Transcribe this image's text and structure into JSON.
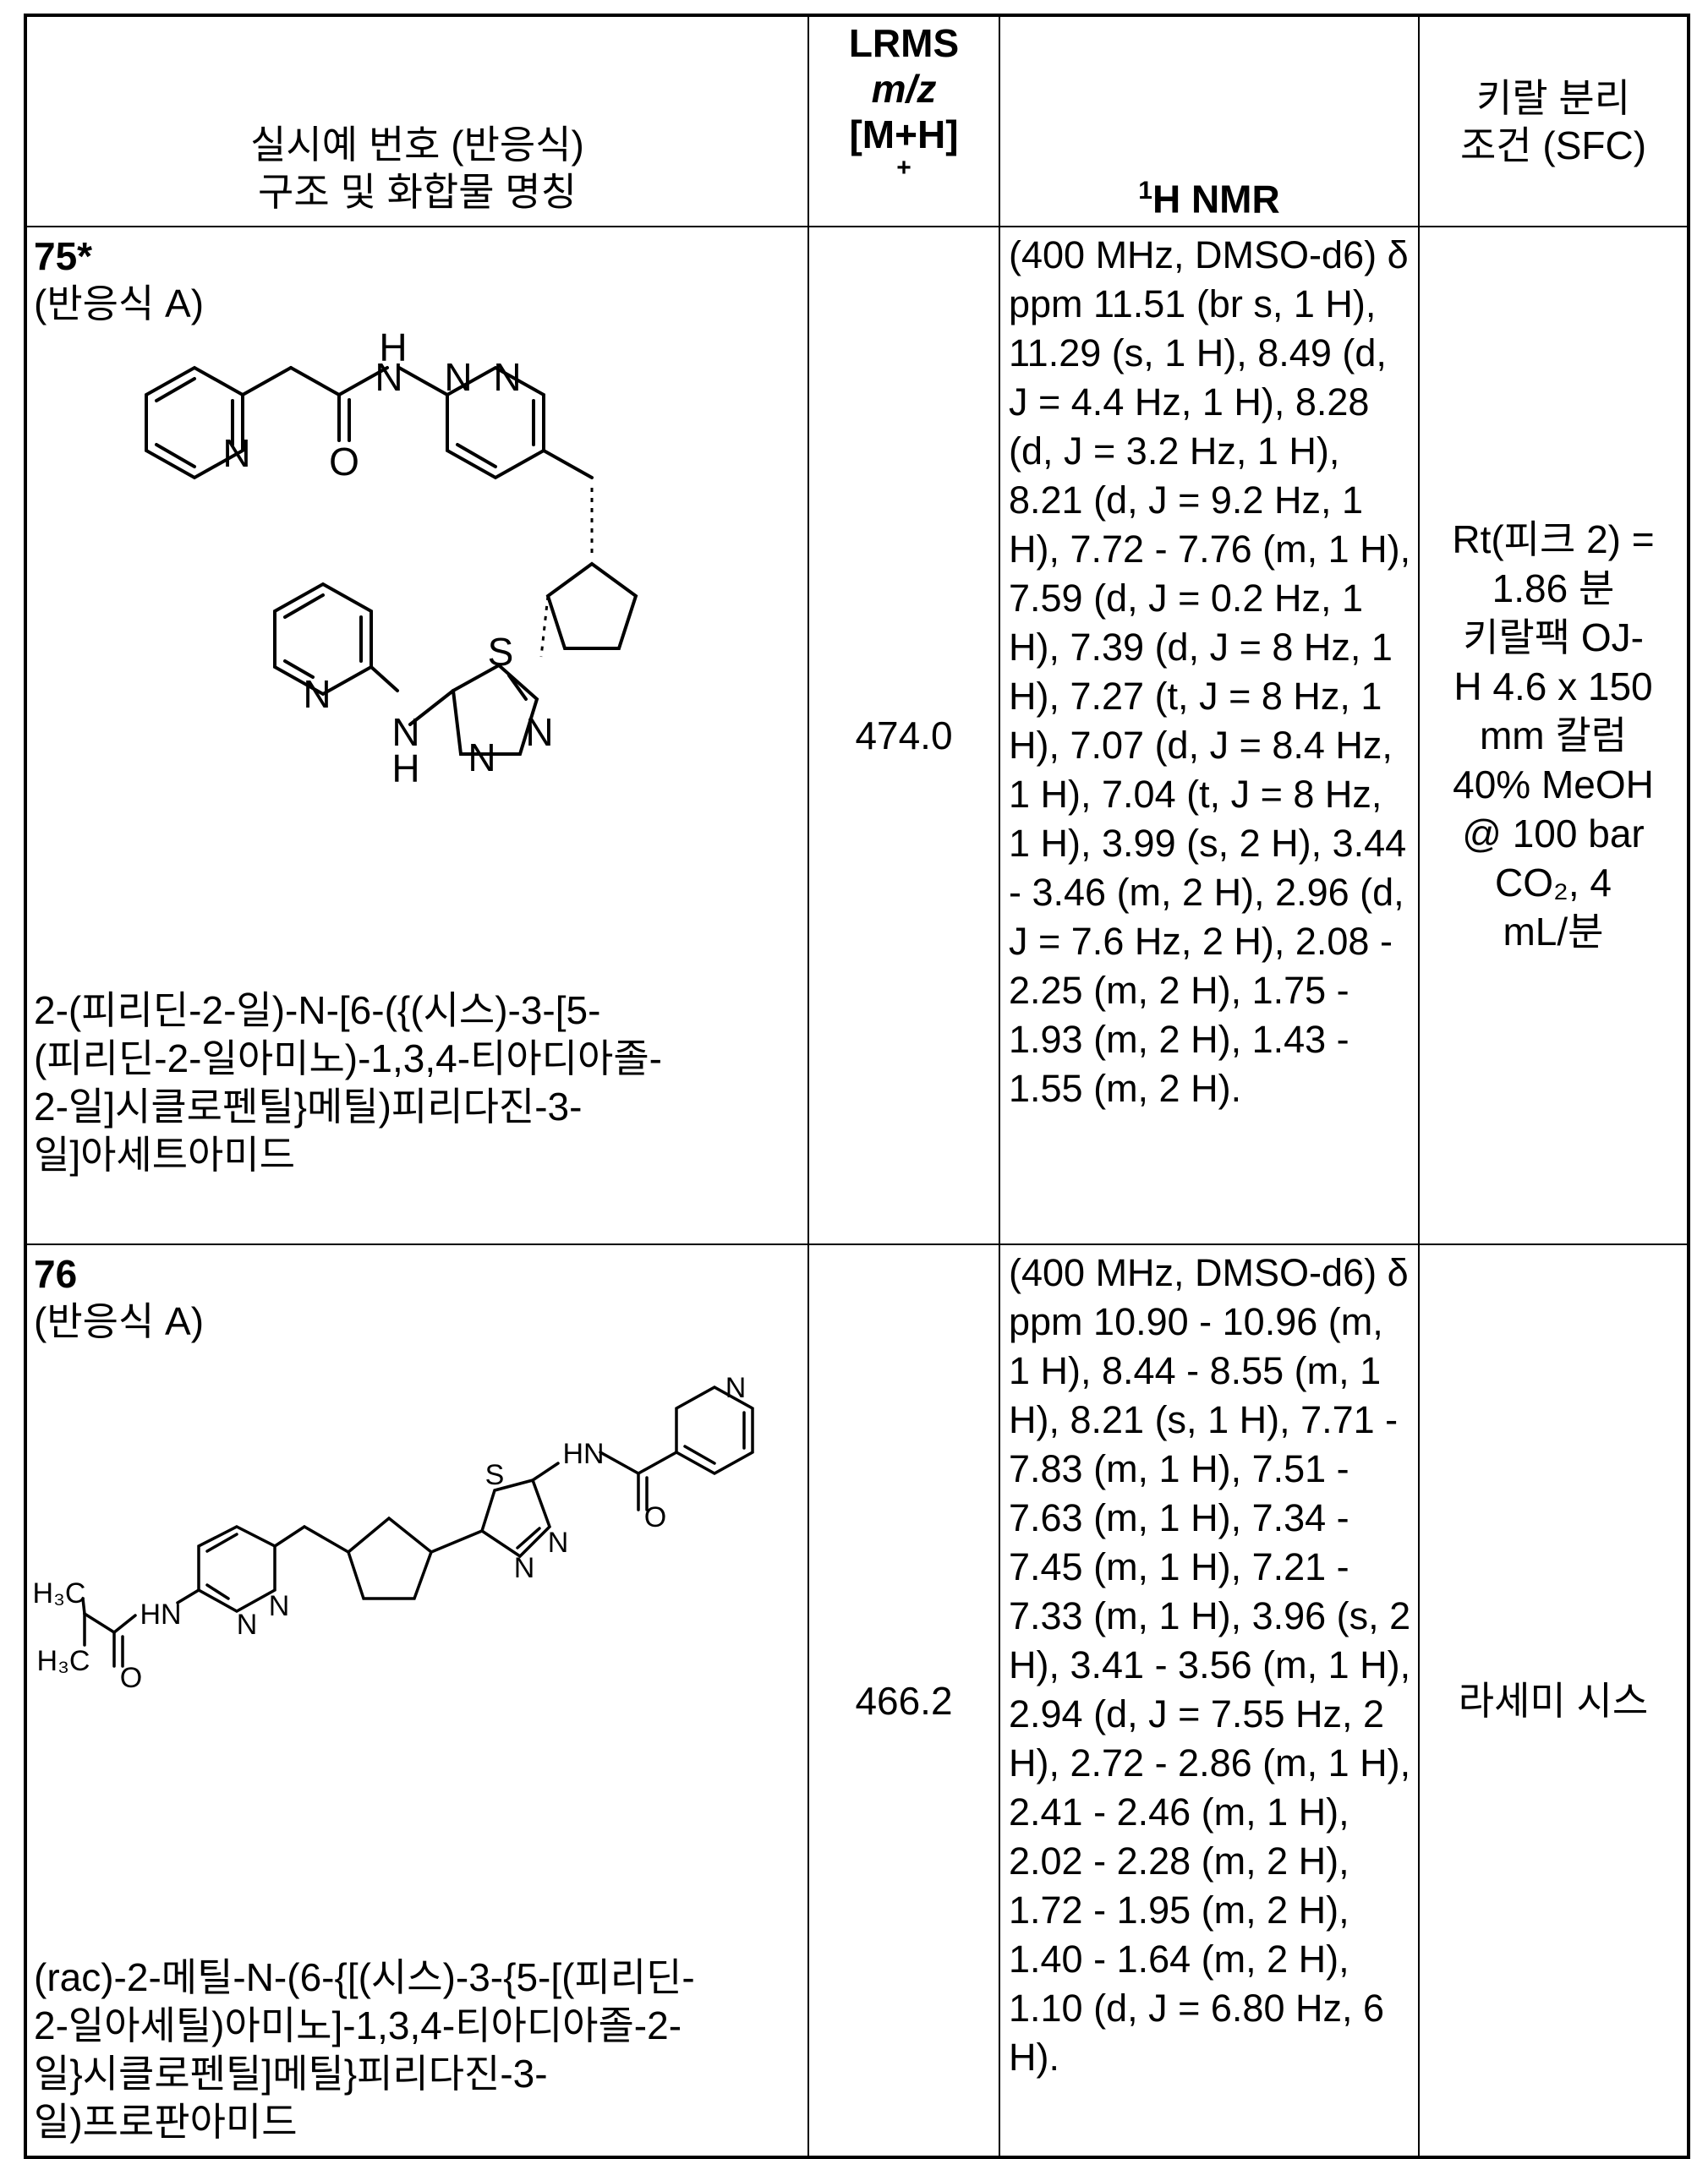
{
  "header": {
    "col1_line1": "실시예 번호 (반응식)",
    "col1_line2": "구조 및 화합물 명칭",
    "col2_line1": "LRMS",
    "col2_line2": "m/z",
    "col2_line3": "[M+H]",
    "col2_line4": "+",
    "col3_sup": "1",
    "col3_text": "H NMR",
    "col4_line1": "키랄 분리",
    "col4_line2": "조건 (SFC)"
  },
  "rows": [
    {
      "example": "75*",
      "scheme": "(반응식 A)",
      "name_lines": [
        "2-(피리딘-2-일)-N-[6-({(시스)-3-[5-",
        "(피리딘-2-일아미노)-1,3,4-티아디아졸-",
        "2-일]시클로펜틸}메틸)피리다진-3-",
        "일]아세트아미드"
      ],
      "ms": "474.0",
      "nmr": "(400 MHz, DMSO-d6) δ ppm 11.51 (br s, 1 H), 11.29 (s, 1 H), 8.49 (d, J = 4.4 Hz, 1 H), 8.28 (d, J = 3.2 Hz, 1 H), 8.21 (d, J = 9.2 Hz, 1 H), 7.72 - 7.76 (m, 1 H), 7.59 (d, J = 0.2 Hz, 1 H), 7.39 (d, J = 8 Hz, 1 H), 7.27 (t, J = 8 Hz, 1 H), 7.07 (d, J = 8.4 Hz, 1 H), 7.04 (t, J = 8 Hz, 1 H), 3.99 (s, 2 H), 3.44 - 3.46 (m, 2 H), 2.96 (d, J = 7.6 Hz, 2 H), 2.08 - 2.25 (m, 2 H), 1.75 - 1.93 (m, 2 H), 1.43 - 1.55 (m, 2 H).",
      "sfc_lines": [
        "Rt(피크 2) =",
        "1.86 분",
        "키랄팩 OJ-",
        "H 4.6 x 150",
        "mm 칼럼",
        "40% MeOH",
        "@ 100 bar",
        "CO₂, 4",
        "mL/분"
      ]
    },
    {
      "example": "76",
      "scheme": "(반응식 A)",
      "name_lines": [
        "(rac)-2-메틸-N-(6-{[(시스)-3-{5-[(피리딘-",
        "2-일아세틸)아미노]-1,3,4-티아디아졸-2-",
        "일}시클로펜틸]메틸}피리다진-3-",
        "일)프로판아미드"
      ],
      "ms": "466.2",
      "nmr": "(400 MHz, DMSO-d6) δ ppm 10.90 - 10.96 (m, 1 H), 8.44 - 8.55 (m, 1 H), 8.21 (s, 1 H), 7.71 - 7.83 (m, 1 H), 7.51 - 7.63 (m, 1 H), 7.34 - 7.45 (m, 1 H), 7.21 - 7.33 (m, 1 H), 3.96 (s, 2 H), 3.41 - 3.56 (m, 1 H), 2.94 (d, J = 7.55 Hz, 2 H), 2.72 - 2.86 (m, 1 H), 2.41 - 2.46 (m, 1 H), 2.02 - 2.28 (m, 2 H), 1.72 - 1.95 (m, 2 H), 1.40 - 1.64 (m, 2 H), 1.10 (d, J = 6.80 Hz, 6 H).",
      "sfc_lines": [
        "라세미 시스"
      ]
    }
  ],
  "structure_labels": {
    "H": "H",
    "N": "N",
    "O": "O",
    "S": "S",
    "HN": "HN",
    "H3C": "H₃C"
  }
}
